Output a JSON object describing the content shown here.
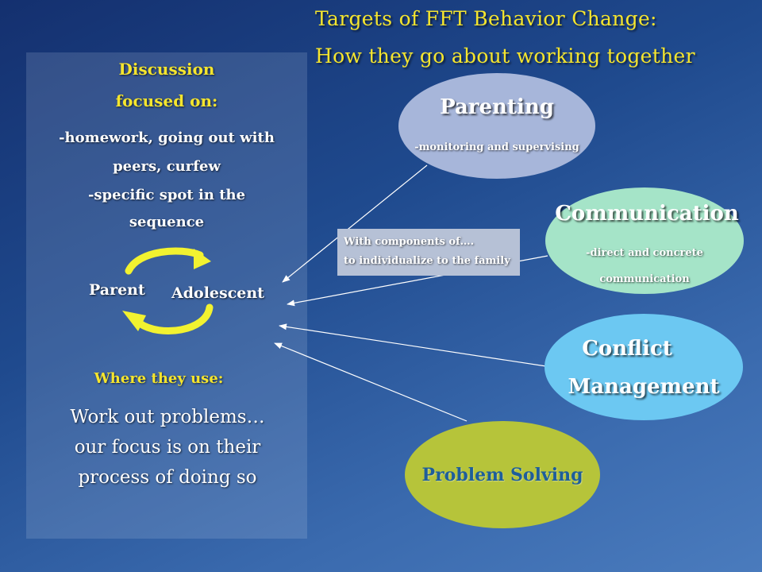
{
  "title": {
    "line1": "Targets of FFT Behavior Change:",
    "line2": "How they go about working together"
  },
  "left_panel": {
    "discussion_line1": "Discussion",
    "discussion_line2": "focused on:",
    "bullet1": "-homework, going out with peers, curfew",
    "bullet2": "-specific spot in the sequence",
    "cycle": {
      "left_label": "Parent",
      "right_label": "Adolescent"
    },
    "where_label": "Where they use:",
    "work_text": "Work out problems…our focus is on their process of doing so"
  },
  "components_box": {
    "line1": "With components of….",
    "line2": "to individualize to the family"
  },
  "targets": {
    "parenting": {
      "heading": "Parenting",
      "sub": "-monitoring and supervising"
    },
    "communication": {
      "heading": "Communication",
      "sub1": "-direct and concrete",
      "sub2": "communication"
    },
    "conflict": {
      "heading1": "Conflict",
      "heading2": "Management"
    },
    "problem": {
      "heading": "Problem Solving"
    }
  },
  "colors": {
    "title_yellow": "#f5e52e",
    "cycle_arrow": "#f2f230",
    "parenting_fill": "#a7b6da",
    "communication_fill": "#a5e4c8",
    "conflict_fill": "#6cc8f2",
    "problem_fill": "#b6c43a"
  }
}
